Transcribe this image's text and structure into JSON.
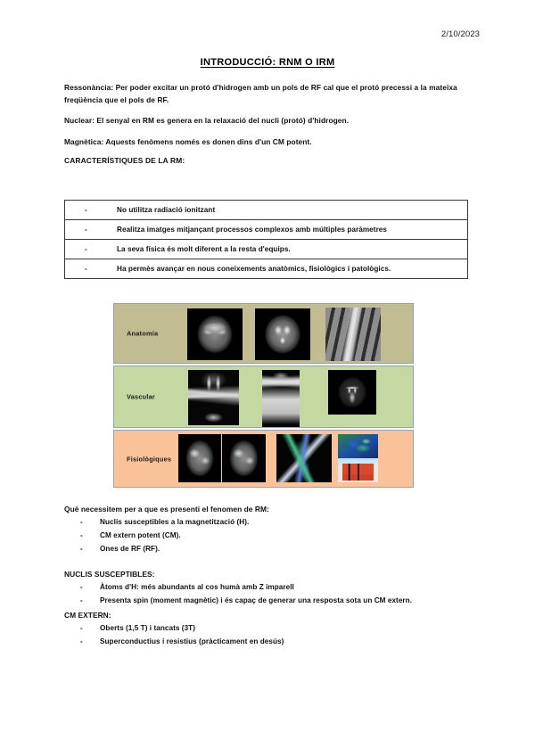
{
  "header": {
    "date": "2/10/2023",
    "title": "INTRODUCCIÓ: RNM O IRM"
  },
  "intro_paragraphs": [
    "Ressonància: Per poder excitar un protó d'hidrogen amb un pols de RF cal que el protó precessi a la mateixa freqüència que el pols de RF.",
    "Nuclear: El senyal en RM es genera en la relaxació del nucli (protó) d'hidrogen.",
    "Magnètica: Aquests fenòmens només es donen dins d'un CM potent."
  ],
  "characteristics": {
    "heading": "CARACTERÍSTIQUES DE LA RM:",
    "bullet": "-",
    "rows": [
      "No utilitza radiació ionitzant",
      "Realitza imatges mitjançant processos complexos amb múltiples paràmetres",
      "La seva física és molt diferent a la resta d'equips.",
      "Ha permès avançar en nous coneixements anatòmics, fisiològics i patològics."
    ]
  },
  "image_grid": {
    "rows": [
      {
        "label": "Anatomia",
        "background": "#c2bc93",
        "images": [
          {
            "name": "axial-brain-t1-mri",
            "style": "brain-t1"
          },
          {
            "name": "axial-brain-t2-mri",
            "style": "brain-t2"
          },
          {
            "name": "sagittal-lumbar-spine-mri",
            "style": "spine"
          }
        ]
      },
      {
        "label": "Vascular",
        "background": "#c5d8a1",
        "images": [
          {
            "name": "carotid-mr-angiography",
            "style": "angio-neck"
          },
          {
            "name": "peripheral-runoff-mr-angiography",
            "style": "angio-legs"
          },
          {
            "name": "cerebral-mr-angiography",
            "style": "angio-brain"
          }
        ]
      },
      {
        "label": "Fisiològiques",
        "background": "#f9c298",
        "images": [
          {
            "name": "diffusion-weighted-brain-mri",
            "style": "diffusion"
          },
          {
            "name": "adc-map-brain-mri",
            "style": "diffusion"
          },
          {
            "name": "dti-tractography",
            "style": "tractography"
          },
          {
            "name": "perfusion-color-map",
            "style": "perfusion"
          },
          {
            "name": "mr-spectroscopy",
            "style": "spectro"
          }
        ]
      }
    ]
  },
  "requirements": {
    "lead": "Què necessitem per a que es presenti el fenomen de RM:",
    "bullet": "-",
    "items": [
      "Nuclis susceptibles a la magnetització (H).",
      "CM extern potent (CM).",
      "Ones de RF (RF)."
    ]
  },
  "nuclei": {
    "lead": "NUCLIS SUSCEPTIBLES:",
    "bullet": "-",
    "items": [
      "Àtoms d'H: més abundants al cos humà amb Z imparell",
      "Presenta spin (moment magnètic)  i és capaç de generar una resposta sota un CM extern."
    ]
  },
  "external_field": {
    "lead": "CM EXTERN:",
    "bullet": "-",
    "items": [
      "Oberts (1,5 T) i tancats (3T)",
      "Superconductius i resistius (pràcticament en desús)"
    ]
  }
}
